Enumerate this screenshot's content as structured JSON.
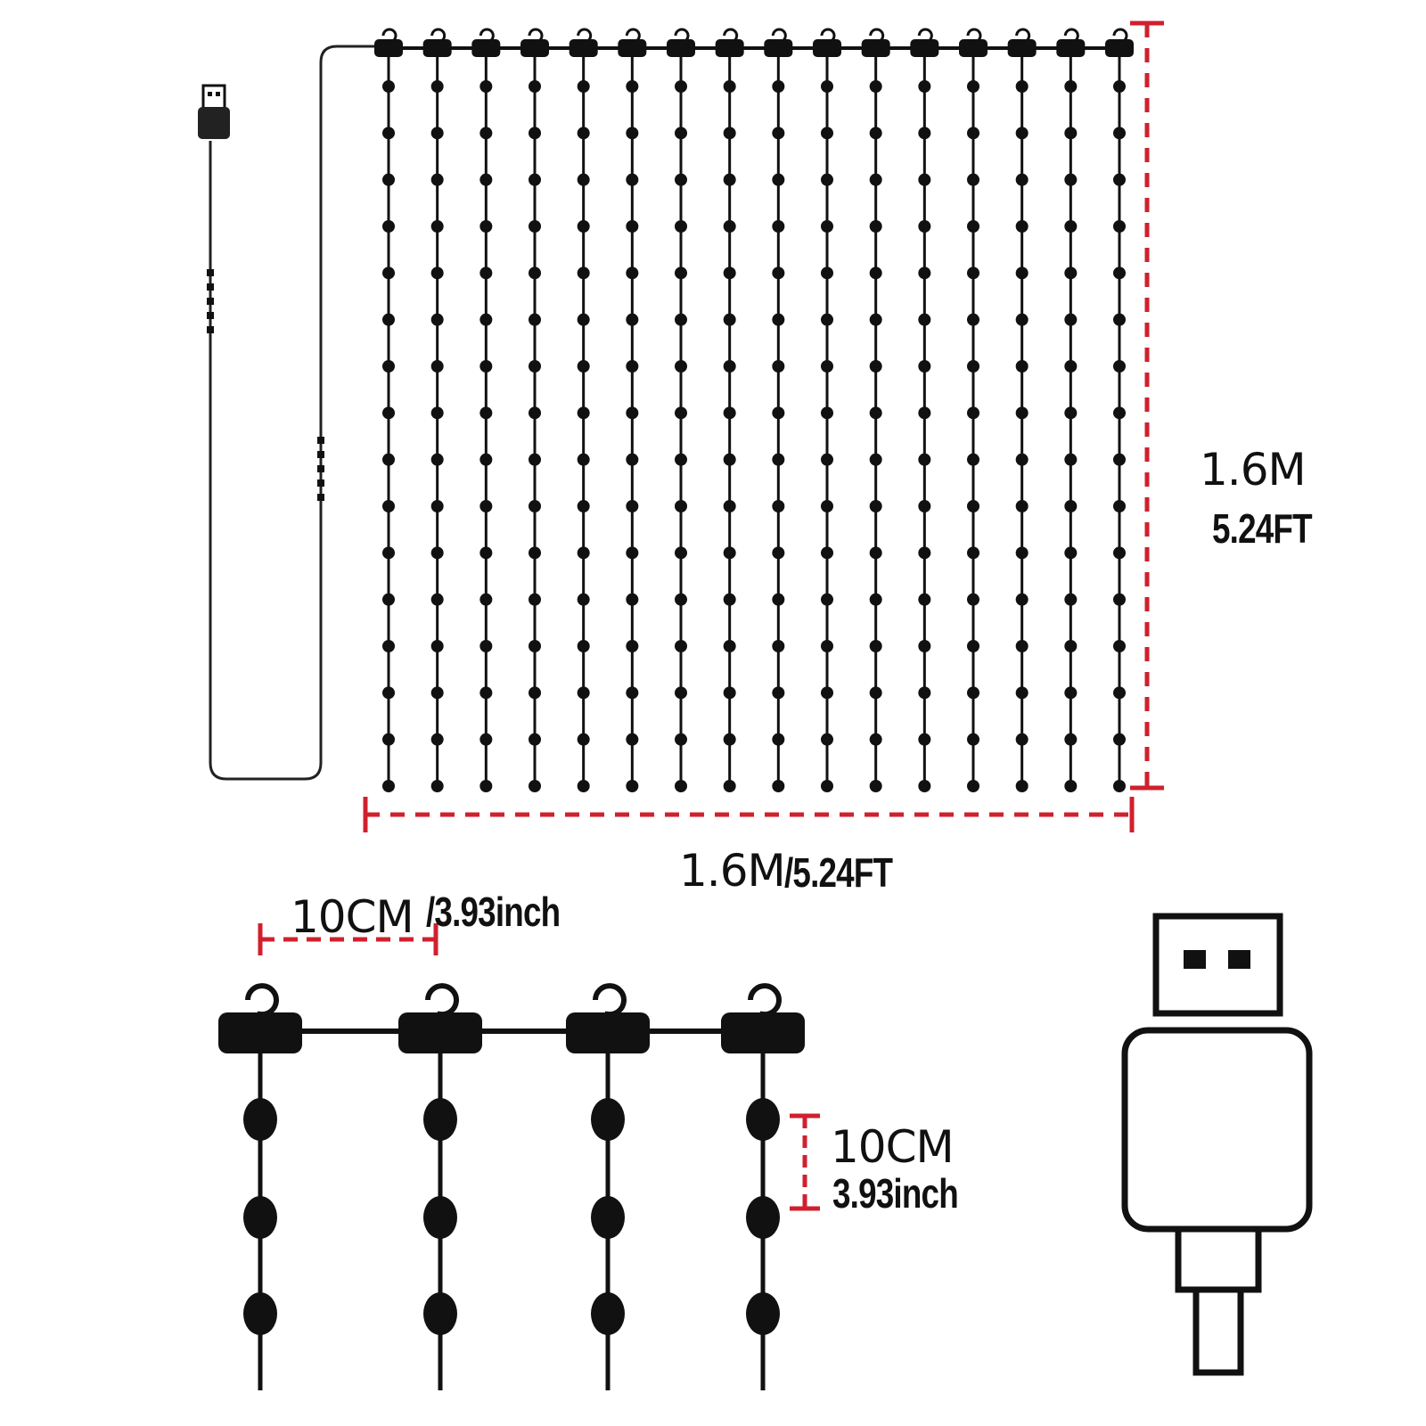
{
  "curtain": {
    "strand_count": 16,
    "beads_per_strand": 16,
    "height_label": "1.6M",
    "height_label_ft": "5.24FT",
    "width_label_m": "1.6M",
    "width_label_ft": "/5.24FT"
  },
  "detail": {
    "strand_spacing_cm": "10CM",
    "strand_spacing_inch": "/3.93inch",
    "bead_spacing_cm": "10CM",
    "bead_spacing_inch": "3.93inch",
    "strand_count": 4,
    "beads_per_strand": 3
  },
  "colors": {
    "line": "#111111",
    "dimension": "#d0202e",
    "background": "#ffffff"
  },
  "icons": {
    "plug": "usb-plug-icon",
    "connector": "usb-connector-icon",
    "hook": "hook-icon"
  }
}
